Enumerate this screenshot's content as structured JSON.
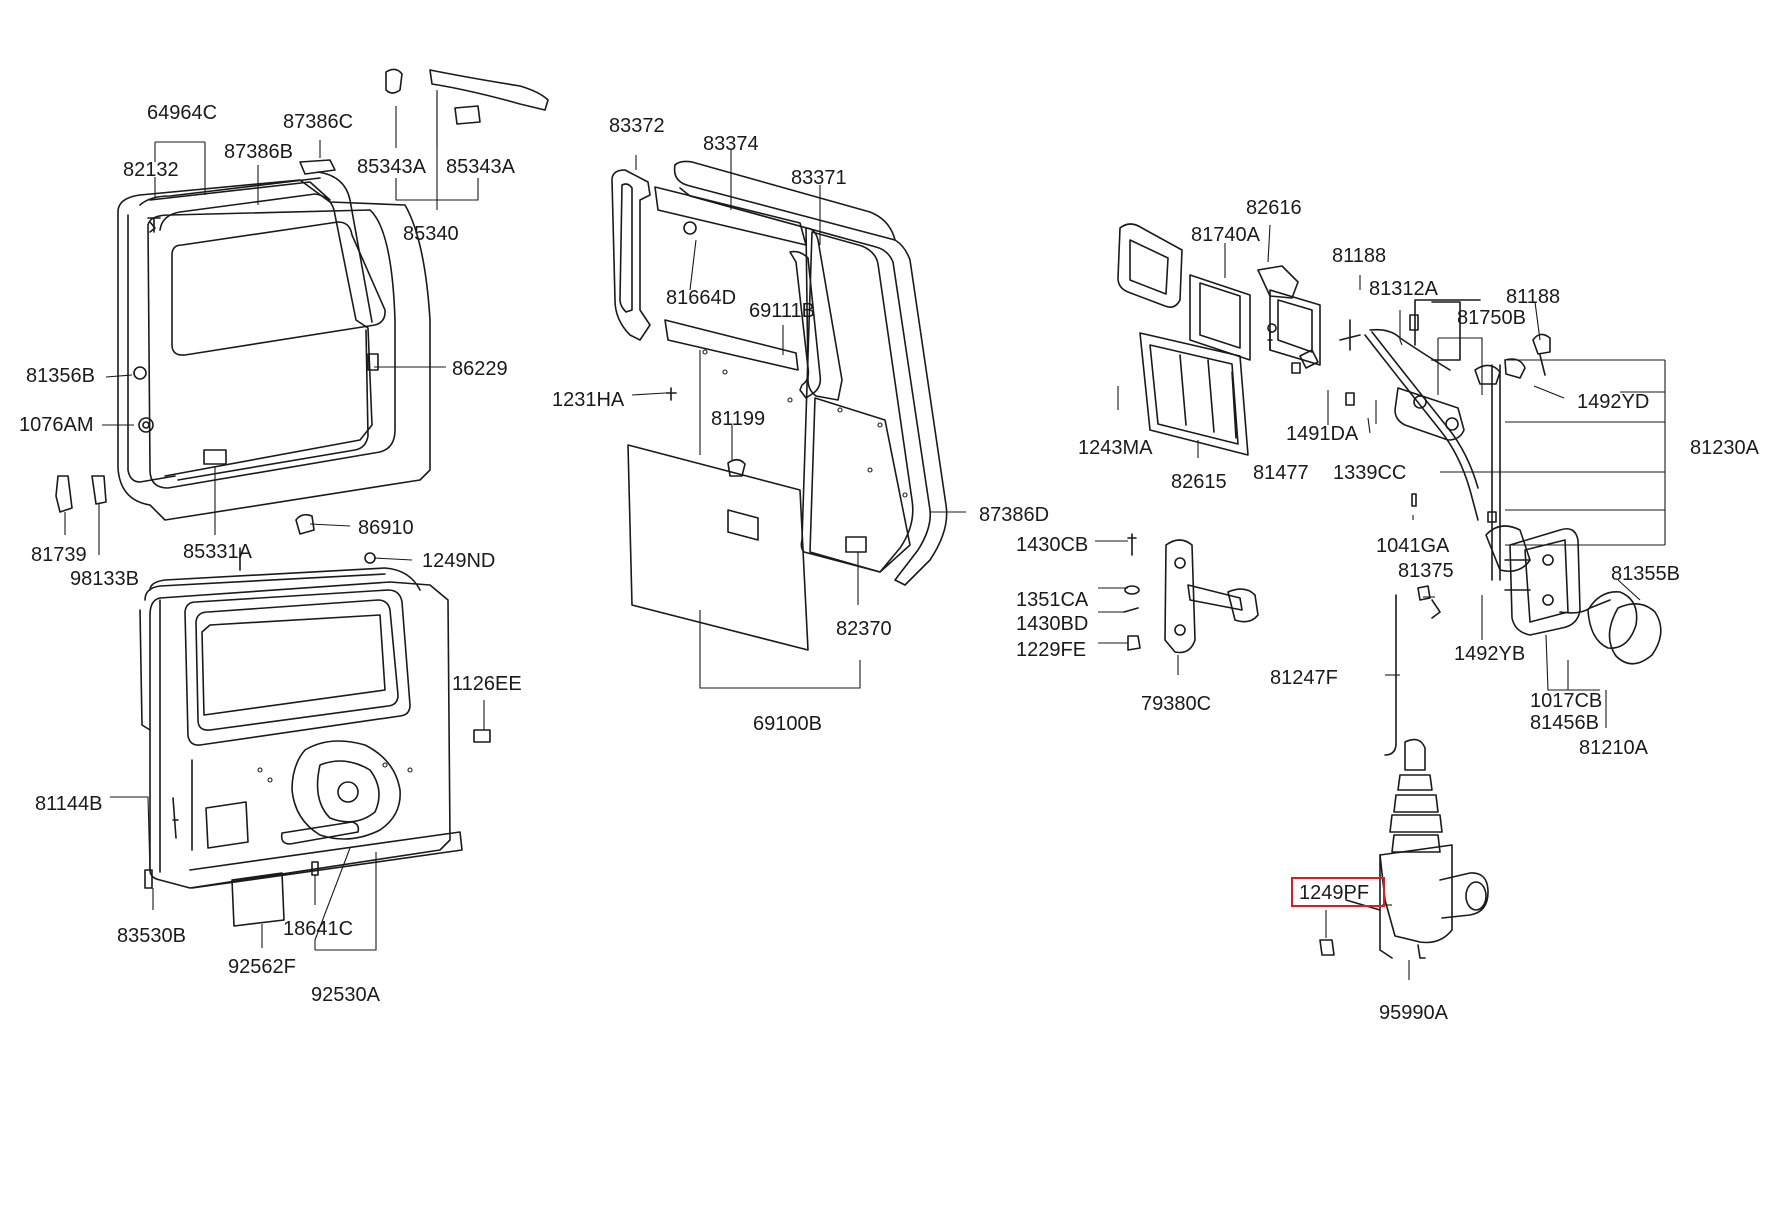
{
  "highlight_color": "#d42020",
  "labels": {
    "p64964C": "64964C",
    "p87386C": "87386C",
    "p87386B": "87386B",
    "p82132": "82132",
    "p85343A_1": "85343A",
    "p85343A_2": "85343A",
    "p85340": "85340",
    "p81356B": "81356B",
    "p1076AM": "1076AM",
    "p86229": "86229",
    "p81739": "81739",
    "p98133B": "98133B",
    "p85331A": "85331A",
    "p86910": "86910",
    "p1249ND": "1249ND",
    "p1126EE": "1126EE",
    "p81144B": "81144B",
    "p83530B": "83530B",
    "p18641C": "18641C",
    "p92562F": "92562F",
    "p92530A": "92530A",
    "p83372": "83372",
    "p83374": "83374",
    "p83371": "83371",
    "p81664D": "81664D",
    "p69111B": "69111B",
    "p1231HA": "1231HA",
    "p81199": "81199",
    "p87386D": "87386D",
    "p82370": "82370",
    "p69100B": "69100B",
    "p82616": "82616",
    "p81740A": "81740A",
    "p81188_1": "81188",
    "p81312A": "81312A",
    "p81750B": "81750B",
    "p81188_2": "81188",
    "p1492YD": "1492YD",
    "p1243MA": "1243MA",
    "p1491DA": "1491DA",
    "p81230A": "81230A",
    "p82615": "82615",
    "p81477": "81477",
    "p1339CC": "1339CC",
    "p1041GA": "1041GA",
    "p1430CB": "1430CB",
    "p81375": "81375",
    "p81355B": "81355B",
    "p1351CA": "1351CA",
    "p1430BD": "1430BD",
    "p1229FE": "1229FE",
    "p1492YB": "1492YB",
    "p79380C": "79380C",
    "p81247F": "81247F",
    "p1017CB": "1017CB",
    "p81456B": "81456B",
    "p81210A": "81210A",
    "p1249PF": "1249PF",
    "p95990A": "95990A"
  }
}
